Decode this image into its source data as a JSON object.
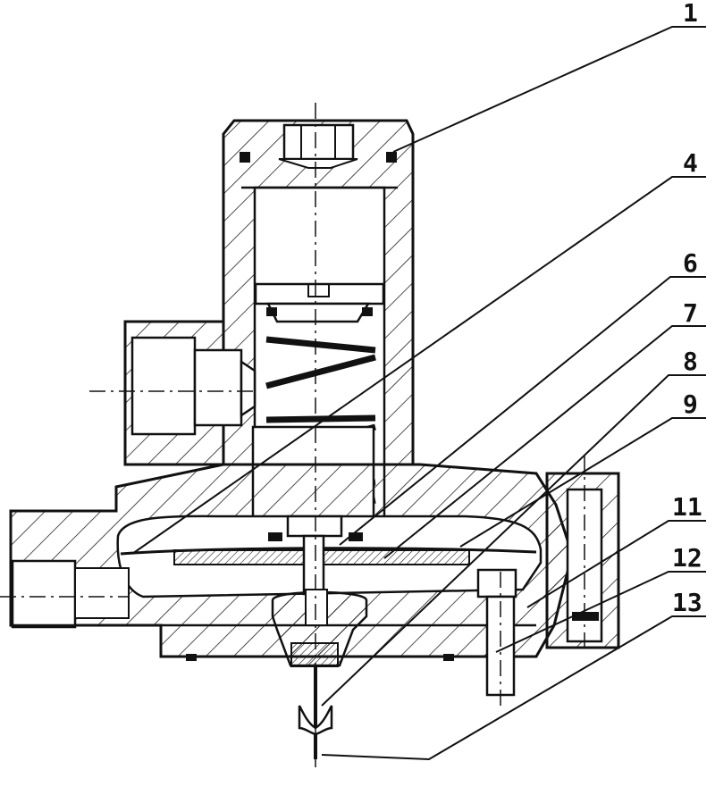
{
  "diagram": {
    "kind": "technical-cross-section",
    "callouts": [
      {
        "id": "c1",
        "label": "1"
      },
      {
        "id": "c4",
        "label": "4"
      },
      {
        "id": "c6",
        "label": "6"
      },
      {
        "id": "c7",
        "label": "7"
      },
      {
        "id": "c8",
        "label": "8"
      },
      {
        "id": "c9",
        "label": "9"
      },
      {
        "id": "c11",
        "label": "11"
      },
      {
        "id": "c12",
        "label": "12"
      },
      {
        "id": "c13",
        "label": "13"
      }
    ]
  },
  "colors": {
    "ink": "#111111",
    "paper": "#ffffff",
    "hatch": "#222222"
  }
}
